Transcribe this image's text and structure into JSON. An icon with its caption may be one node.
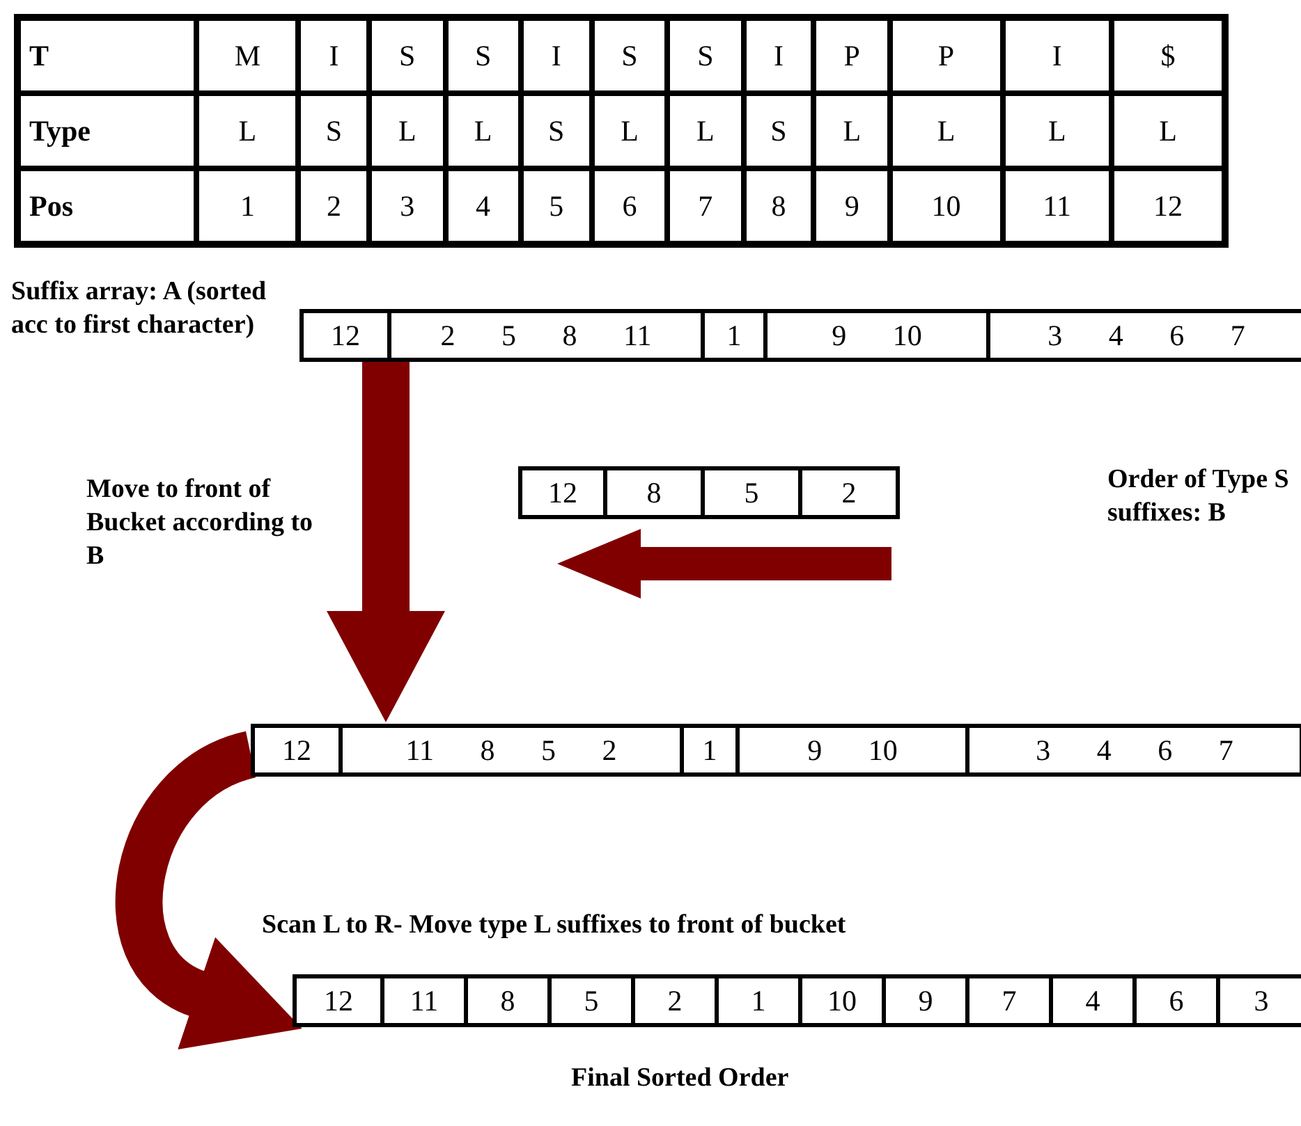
{
  "diagram": {
    "nodes": [
      {
        "text": [
          "12",
          "2 5 8 11",
          "1",
          "9 10",
          "3 4 6 7"
        ],
        "beside": [
          "Suffix array: A (sorted acc to first character)"
        ]
      },
      {
        "text": [
          "12",
          "8",
          "5",
          "2"
        ]
      },
      {
        "text": [
          "12",
          "11 8 5 2",
          "1",
          "9 10",
          "3 4 6 7"
        ]
      },
      {
        "text": [
          "12",
          "11",
          "8",
          "5",
          "2",
          "1",
          "10",
          "9",
          "7",
          "4",
          "6",
          "3"
        ],
        "beside": [
          "Final Sorted Order"
        ]
      }
    ],
    "edges": [
      {
        "from": 0,
        "to": 2,
        "arrow": "to",
        "label": "Move to front of Bucket according to B"
      },
      {
        "from": 2,
        "to": 3,
        "arrow": "to",
        "label": "Scan L to R- Move type L suffixes to front of bucket"
      }
    ],
    "labels": [
      "T",
      "M",
      "I",
      "S",
      "S",
      "I",
      "S",
      "S",
      "I",
      "P",
      "P",
      "I",
      "$",
      "Type",
      "L",
      "S",
      "L",
      "L",
      "S",
      "L",
      "L",
      "S",
      "L",
      "L",
      "L",
      "L",
      "Pos",
      "1",
      "2",
      "3",
      "4",
      "5",
      "6",
      "7",
      "8",
      "9",
      "10",
      "11",
      "12",
      "Order of Type S suffixes: B"
    ]
  }
}
